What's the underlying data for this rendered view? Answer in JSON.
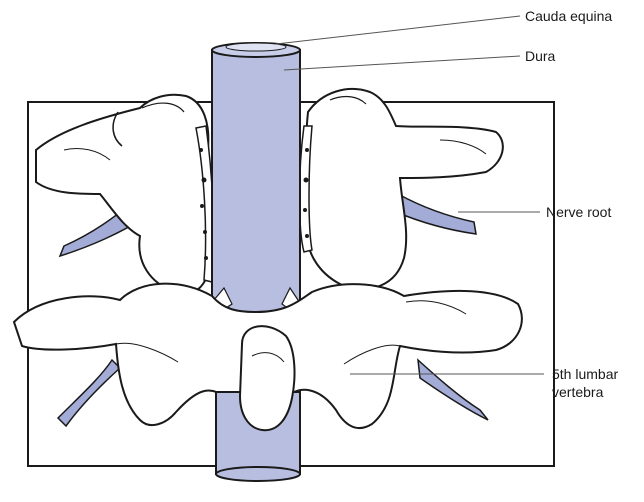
{
  "colors": {
    "dura": "#b8bee0",
    "nerve": "#a3acd6",
    "bone": "#ffffff",
    "outline": "#1a1a1a",
    "leader": "#555555"
  },
  "labels": {
    "cauda_equina": "Cauda equina",
    "dura": "Dura",
    "nerve_root": "Nerve root",
    "lumbar_line1": "5th lumbar",
    "lumbar_line2": "vertebra"
  }
}
